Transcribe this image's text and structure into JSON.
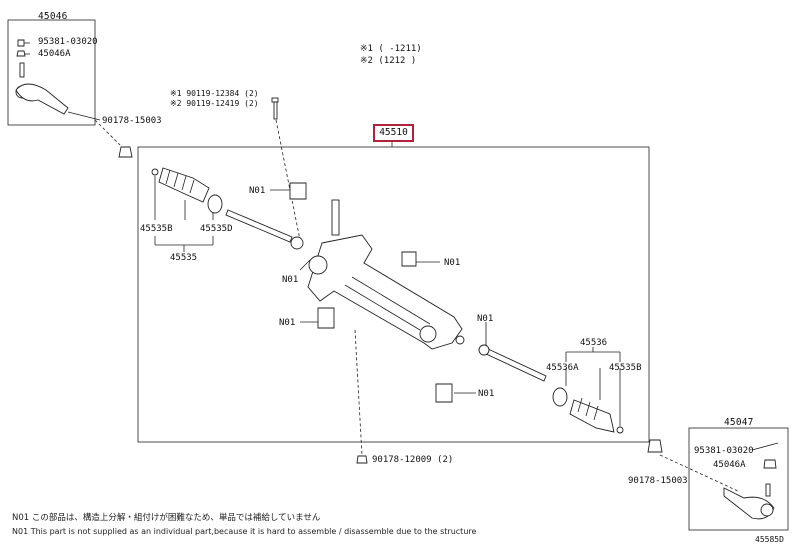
{
  "header": {
    "note1": "※1 (    -1211)",
    "note2": "※2 (1212    )"
  },
  "left_kit": {
    "code": "45046",
    "bolt": "95381-03020",
    "nut": "45046A"
  },
  "right_kit": {
    "code": "45047",
    "bolt": "95381-03020",
    "nut": "45046A"
  },
  "main_assembly": {
    "code": "45510"
  },
  "labels": {
    "bolt_top_1": "※1 90119-12384 (2)",
    "bolt_top_2": "※2 90119-12419 (2)",
    "nut_left": "90178-15003",
    "nut_right": "90178-15003",
    "nut_bottom": "90178-12009 (2)",
    "n01": "N01",
    "boot_left_b": "45535B",
    "boot_left_d": "45535D",
    "boot_left_set": "45535",
    "boot_right_set": "45536",
    "boot_right_a": "45536A",
    "boot_right_b": "45535B"
  },
  "footnotes": {
    "jp": "N01 この部品は、構造上分解・組付けが困難なため、単品では補給していません",
    "en": "N01 This part is not supplied as an individual part,because it is hard to assemble / disassemble due to the structure"
  },
  "figure_id": "45585D"
}
